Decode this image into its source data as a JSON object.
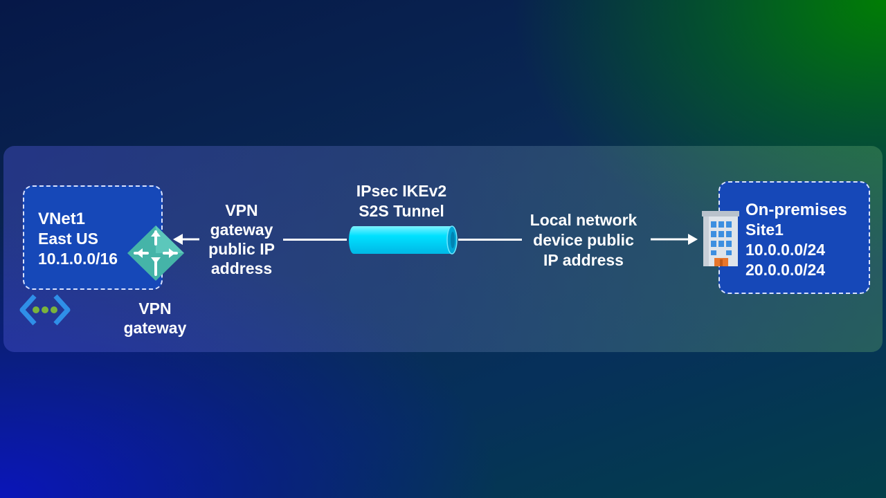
{
  "vnet": {
    "name": "VNet1",
    "region": "East US",
    "address_space": "10.1.0.0/16"
  },
  "vpn_gateway": {
    "label_line1": "VPN",
    "label_line2": "gateway"
  },
  "gateway_public_ip": {
    "line1": "VPN",
    "line2": "gateway",
    "line3": "public IP",
    "line4": "address"
  },
  "tunnel": {
    "line1": "IPsec IKEv2",
    "line2": "S2S Tunnel"
  },
  "local_device_ip": {
    "line1": "Local network",
    "line2": "device public",
    "line3": "IP address"
  },
  "onprem": {
    "title": "On-premises",
    "site": "Site1",
    "prefix1": "10.0.0.0/24",
    "prefix2": "20.0.0.0/24"
  },
  "colors": {
    "box_fill": "#1648b8",
    "tunnel": "#00e1ff",
    "gateway_icon": "#45b4a8"
  }
}
